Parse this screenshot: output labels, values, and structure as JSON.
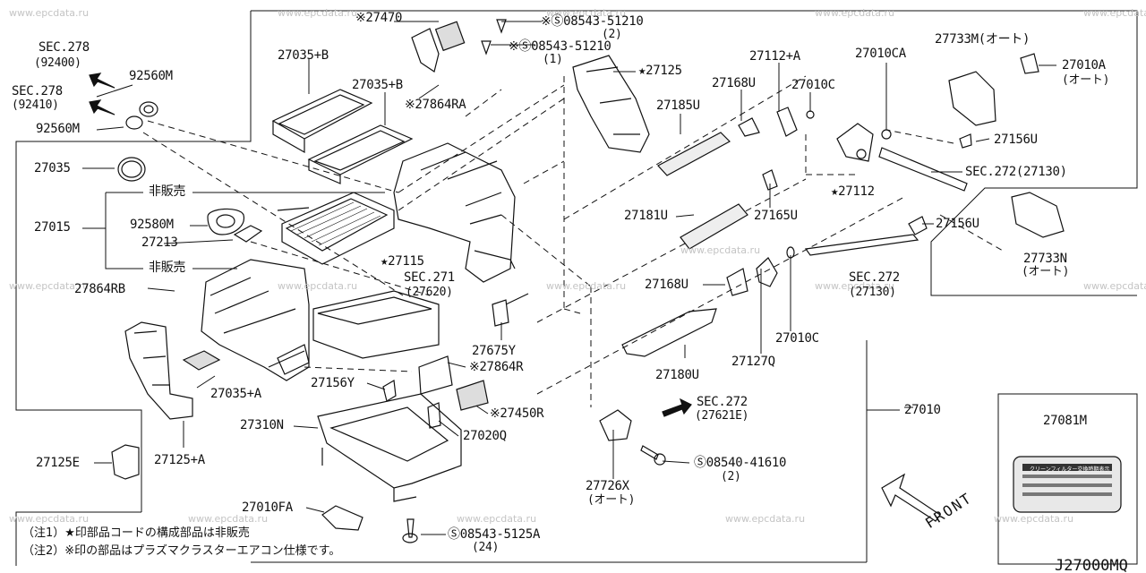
{
  "diagram": {
    "code": "J27000MQ",
    "front": "FRONT",
    "watermark": "www.epcdata.ru",
    "notes": [
      "（注1）★印部品コードの構成部品は非販売",
      "（注2）※印の部品はプラズマクラスターエアコン仕様です。"
    ],
    "label_sticker_text": "クリーンフィルター交換時期表示",
    "labels": {
      "sec278a": "SEC.278",
      "sec278a_sub": "(92400)",
      "sec278b": "SEC.278",
      "sec278b_sub": "(92410)",
      "p92560m_a": "92560M",
      "p92560m_b": "92560M",
      "p27035": "27035",
      "p27035b_1": "27035+B",
      "p27035b_2": "27035+B",
      "p27470": "※27470",
      "p27864ra": "※27864RA",
      "s08543_51210_a": "※Ⓢ08543-51210",
      "s08543_51210_a_sub": "(2)",
      "s08543_51210_b": "※Ⓢ08543-51210",
      "s08543_51210_b_sub": "(1)",
      "p27125": "★27125",
      "p27112a": "27112+A",
      "p27010ca": "27010CA",
      "p27733m": "27733M(オート)",
      "p27010a": "27010A",
      "p27010a_sub": "(オート)",
      "p27168u_a": "27168U",
      "p27010c_a": "27010C",
      "p27185u": "27185U",
      "p27156u_a": "27156U",
      "sec272_27130a": "SEC.272(27130)",
      "p27112": "★27112",
      "p27015": "27015",
      "hihanbai_1": "非販売",
      "hihanbai_2": "非販売",
      "p92580m": "92580M",
      "p27213": "27213",
      "p27115": "★27115",
      "p27181u": "27181U",
      "p27165u": "27165U",
      "p27156u_b": "27156U",
      "p27733n": "27733N",
      "p27733n_sub": "(オート)",
      "sec271": "SEC.271",
      "sec271_sub": "(27620)",
      "sec272b": "SEC.272",
      "sec272b_sub": "(27130)",
      "p27864rb": "27864RB",
      "p27168u_b": "27168U",
      "p27675y": "27675Y",
      "p27864r": "※27864R",
      "p27180u": "27180U",
      "p27127q": "27127Q",
      "p27010c_b": "27010C",
      "p27035a": "27035+A",
      "p27156y": "27156Y",
      "p27450r": "※27450R",
      "sec272c": "SEC.272",
      "sec272c_sub": "(27621E)",
      "p27010": "27010",
      "p27310n": "27310N",
      "p27020q": "27020Q",
      "p27081m": "27081M",
      "p27125e": "27125E",
      "p27125a": "27125+A",
      "s08540_41610": "Ⓢ08540-41610",
      "s08540_41610_sub": "(2)",
      "p27726x": "27726X",
      "p27726x_sub": "(オート)",
      "p27010fa": "27010FA",
      "s08543_5125a": "Ⓢ08543-5125A",
      "s08543_5125a_sub": "(24)"
    }
  }
}
